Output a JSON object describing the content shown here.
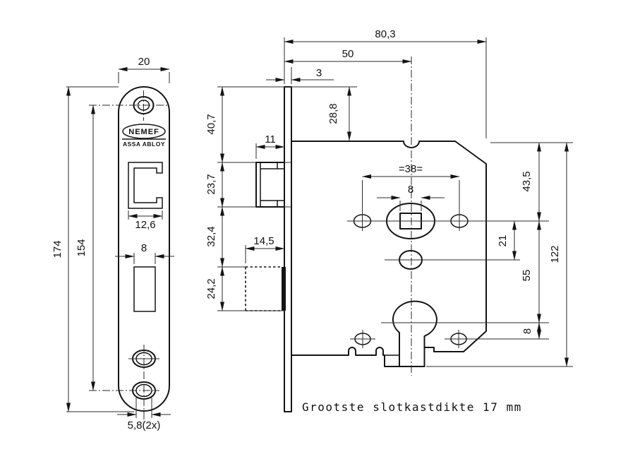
{
  "note": "Grootste slotkastdikte 17 mm",
  "logo": {
    "name": "NEMEF",
    "brand": "ASSA ABLOY"
  },
  "front_view": {
    "plate_width": "20",
    "plate_height": "174",
    "screw_distance": "154",
    "latch_cutout_width": "12,6",
    "bolt_cutout_width": "8",
    "screw_hole_width": "5,8(2x)"
  },
  "side_view": {
    "total_depth": "80,3",
    "backset": "50",
    "plate_thickness": "3",
    "case_top_offset": "28,8",
    "latch_offset": "40,7",
    "latch_throw": "11",
    "latch_height": "23,7",
    "middle_gap": "32,4",
    "bolt_throw": "14,5",
    "bolt_height": "24,2",
    "fix_hole_distance": "=38=",
    "spindle_square": "8",
    "spindle_top_distance": "43,5",
    "follower_distance": "21",
    "cylinder_distance": "55",
    "cylinder_hole_offset": "8",
    "case_height": "122"
  }
}
